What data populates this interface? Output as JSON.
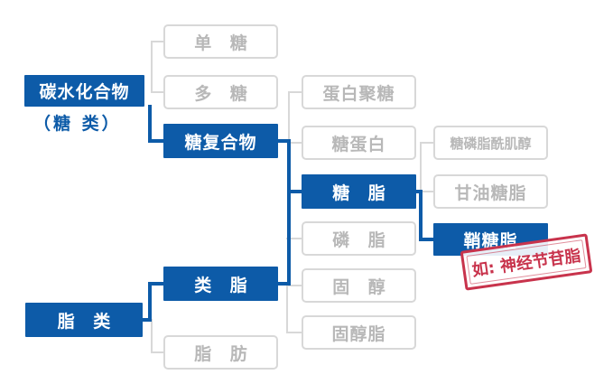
{
  "nodes": {
    "carbohydrate": "碳水化合物",
    "carbohydrate_sub": "（糖 类）",
    "monosaccharide": "单 糖",
    "polysaccharide": "多 糖",
    "glycoconjugate": "糖复合物",
    "proteoglycan": "蛋白聚糖",
    "glycoprotein": "糖蛋白",
    "glycolipid": "糖 脂",
    "glycophosphatidyl": "糖磷脂酰肌醇",
    "glyceroglycolipid": "甘油糖脂",
    "sphingoglycolipid": "鞘糖脂",
    "phospholipid": "磷 脂",
    "sterol": "固 醇",
    "sterol_ester": "固醇脂",
    "lipid_class": "类 脂",
    "lipids": "脂 类",
    "fat": "脂 肪"
  },
  "stamp": {
    "text": "如: 神经节苷脂"
  },
  "colors": {
    "blue": "#0d5ba8",
    "gray_border": "#d8d8d8",
    "gray_text": "#b8b8b8",
    "stamp": "#c8334c"
  }
}
